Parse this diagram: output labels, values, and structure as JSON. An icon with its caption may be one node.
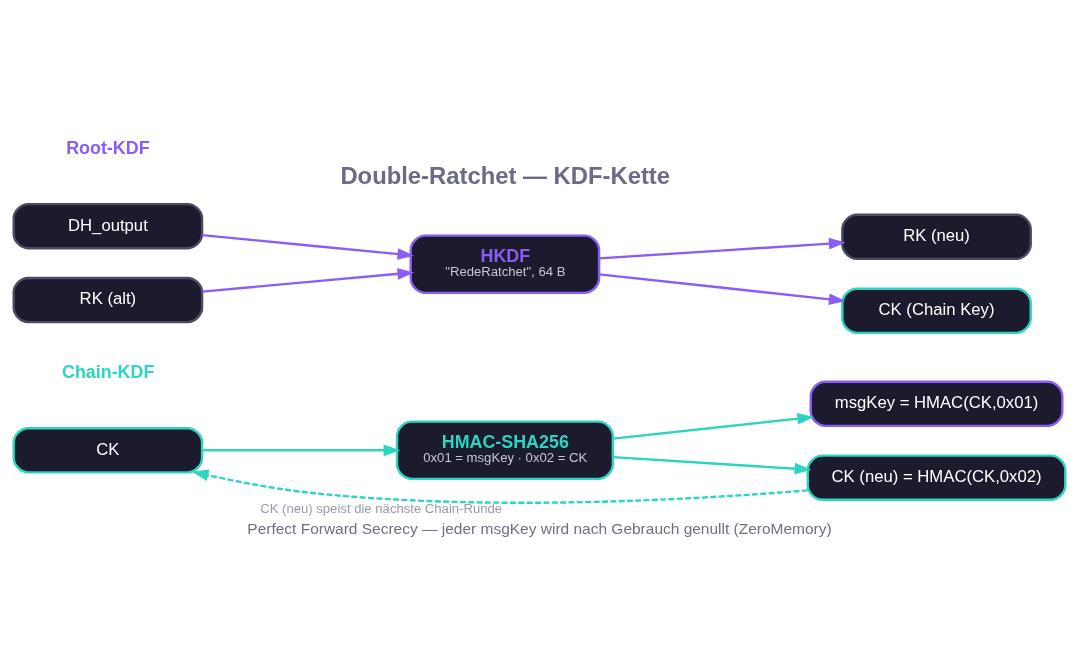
{
  "diagram": {
    "title": "Double-Ratchet — KDF-Kette",
    "caption": "Perfect Forward Secrecy — jeder msgKey wird nach Gebrauch genullt (ZeroMemory)",
    "nodes": [
      {
        "text": [
          "DH_output"
        ]
      },
      {
        "text": [
          "RK (alt)"
        ]
      },
      {
        "text": [
          "HKDF",
          "\"RedeRatchet\", 64 B"
        ]
      },
      {
        "text": [
          "RK (neu)"
        ]
      },
      {
        "text": [
          "CK (Chain Key)"
        ]
      },
      {
        "text": [
          "CK"
        ]
      },
      {
        "text": [
          "HMAC-SHA256",
          "0x01 = msgKey · 0x02 = CK"
        ]
      },
      {
        "text": [
          "msgKey = HMAC(CK,0x01)"
        ]
      },
      {
        "text": [
          "CK (neu) = HMAC(CK,0x02)"
        ]
      }
    ],
    "edges": [
      {
        "from": 0,
        "to": 2,
        "arrow": "to",
        "color": "#8b5cf6"
      },
      {
        "from": 1,
        "to": 2,
        "arrow": "to",
        "color": "#8b5cf6"
      },
      {
        "from": 2,
        "to": 3,
        "arrow": "to",
        "color": "#8b5cf6"
      },
      {
        "from": 2,
        "to": 4,
        "arrow": "to",
        "color": "#8b5cf6"
      },
      {
        "from": 5,
        "to": 6,
        "arrow": "to",
        "color": "#2dd4bf"
      },
      {
        "from": 6,
        "to": 7,
        "arrow": "to",
        "color": "#2dd4bf"
      },
      {
        "from": 6,
        "to": 8,
        "arrow": "to",
        "color": "#2dd4bf"
      },
      {
        "from": 8,
        "to": 5,
        "arrow": "to",
        "style": "dashed",
        "color": "#2dd4bf",
        "label": "CK (neu) speist die nächste Chain-Runde"
      }
    ],
    "labels": [
      "Root-KDF",
      "Chain-KDF"
    ]
  }
}
